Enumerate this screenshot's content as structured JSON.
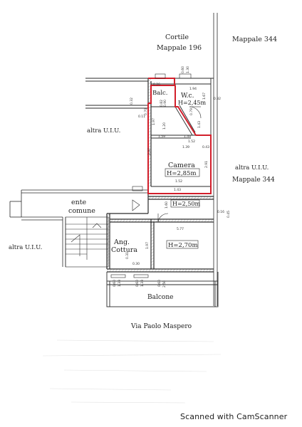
{
  "plan": {
    "labels": {
      "cortile": "Cortile",
      "mappale_196": "Mappale 196",
      "mappale_344_top": "Mappale 344",
      "altra_uiu_left_top": "altra U.I.U.",
      "altra_uiu_right": "altra U.I.U.",
      "mappale_344_right": "Mappale 344",
      "ente": "ente",
      "comune": "comune",
      "altra_uiu_left_bottom": "altra U.I.U.",
      "balc": "Balc.",
      "wc": "W.c.",
      "wc_height": "H=2,45m",
      "camera": "Camera",
      "camera_height": "H=2,85m",
      "corridor_height": "H=2,50m",
      "ang": "Ang.",
      "cottura": "Cottura",
      "living_height": "H=2,70m",
      "balcone": "Balcone",
      "street": "Via Paolo Maspero"
    },
    "dims": {
      "d026": "0.26",
      "d060a": "0.60",
      "d130a": "1.30",
      "d194": "1.94",
      "d032a": "0.32",
      "d032b": "0.32",
      "d082": "0.82",
      "d090": "0.90",
      "d011": "0.11",
      "d070": "0.70",
      "d197a": "1.97",
      "d120": "1.20",
      "d167": "1.67",
      "d079": "0.79",
      "d143a": "1.43",
      "d159": "1.59",
      "d149": "1.49",
      "d152a": "1.52",
      "d139": "1.39",
      "d043": "0.43",
      "d291": "2.91",
      "d152b": "1.52",
      "d297": "2.97",
      "d143b": "1.43",
      "d160": "1.60",
      "d016": "0.16",
      "d045": "0.45",
      "d577": "5.77",
      "d031": "0.31",
      "d030": "0.30",
      "d060b": "0.60",
      "d133a": "1.33",
      "d060c": "0.60",
      "d133b": "1.33",
      "d060d": "0.60",
      "d250": "2.50",
      "d197b": "1.97"
    }
  },
  "watermark": "Scanned with CamScanner",
  "colors": {
    "line": "#2a2a2a",
    "highlight": "#d21f2b",
    "hatch": "#666666"
  }
}
